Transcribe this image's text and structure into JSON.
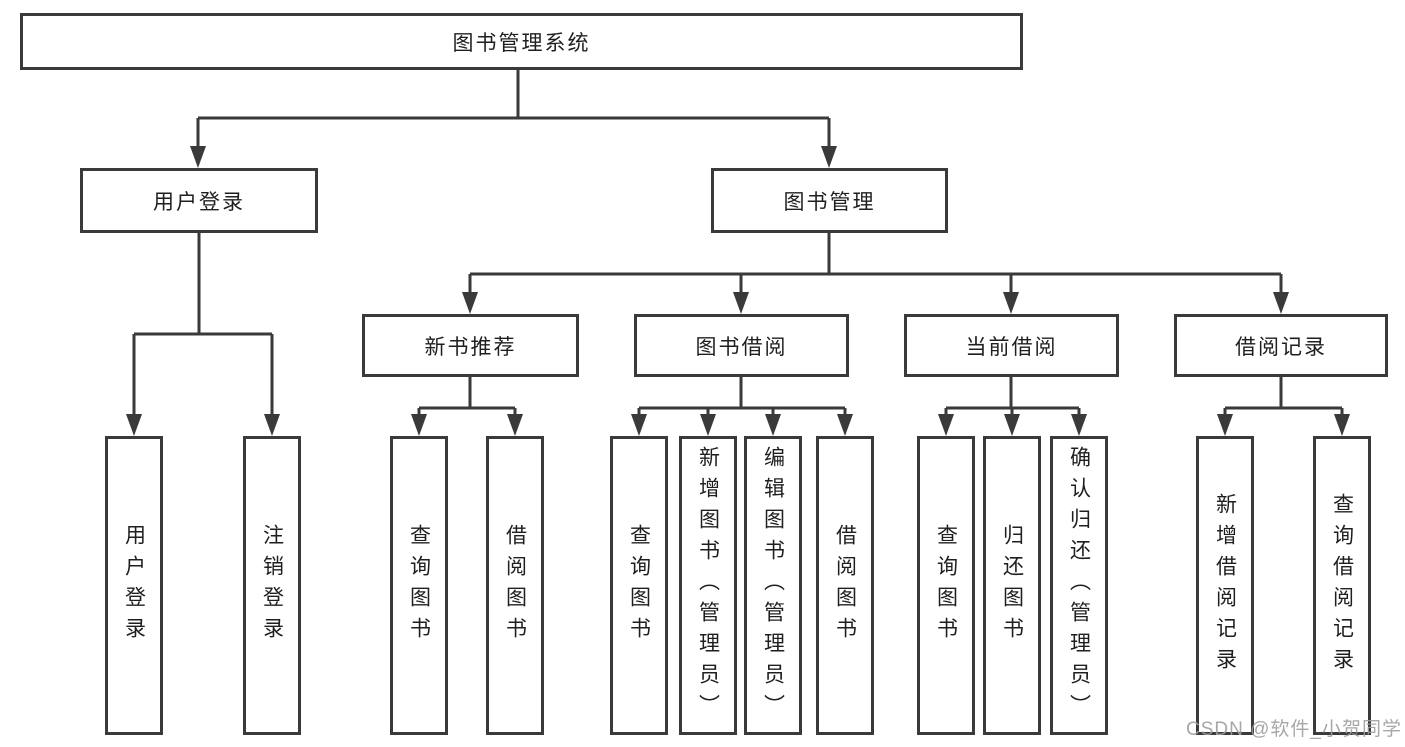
{
  "diagram": {
    "root": {
      "label": "图书管理系统"
    },
    "level2": [
      {
        "label": "用户登录"
      },
      {
        "label": "图书管理"
      }
    ],
    "level3": [
      {
        "label": "新书推荐",
        "parent": "图书管理"
      },
      {
        "label": "图书借阅",
        "parent": "图书管理"
      },
      {
        "label": "当前借阅",
        "parent": "图书管理"
      },
      {
        "label": "借阅记录",
        "parent": "图书管理"
      }
    ],
    "leaves": [
      {
        "label": "用户登录",
        "parent": "用户登录"
      },
      {
        "label": "注销登录",
        "parent": "用户登录"
      },
      {
        "label": "查询图书",
        "parent": "新书推荐"
      },
      {
        "label": "借阅图书",
        "parent": "新书推荐"
      },
      {
        "label": "查询图书",
        "parent": "图书借阅"
      },
      {
        "label": "新增图书（管理员）",
        "parent": "图书借阅"
      },
      {
        "label": "编辑图书（管理员）",
        "parent": "图书借阅"
      },
      {
        "label": "借阅图书",
        "parent": "图书借阅"
      },
      {
        "label": "查询图书",
        "parent": "当前借阅"
      },
      {
        "label": "归还图书",
        "parent": "当前借阅"
      },
      {
        "label": "确认归还（管理员）",
        "parent": "当前借阅"
      },
      {
        "label": "新增借阅记录",
        "parent": "借阅记录"
      },
      {
        "label": "查询借阅记录",
        "parent": "借阅记录"
      }
    ]
  },
  "watermark": {
    "text": "CSDN @软件_小贺同学"
  },
  "colors": {
    "line": "#3a3a3a",
    "text": "#1f1f1f",
    "box_fill": "#ffffff",
    "background": "#ffffff",
    "watermark": "#9e9e9e"
  }
}
